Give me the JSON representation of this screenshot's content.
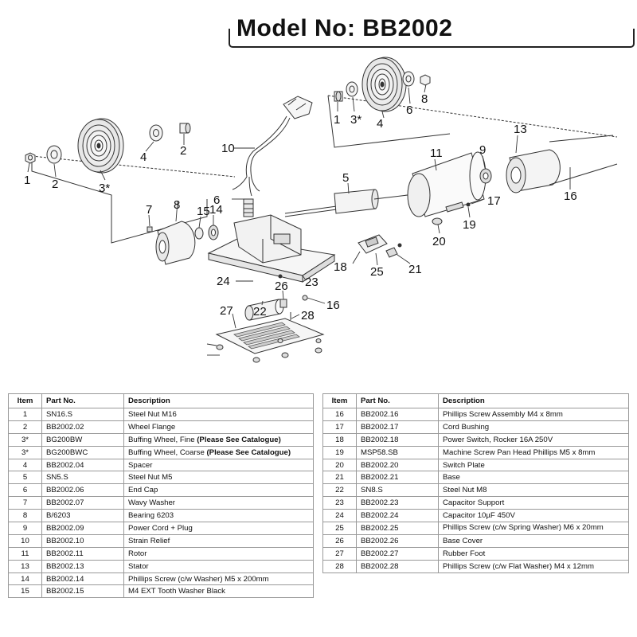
{
  "title": "Model No: BB2002",
  "diagram": {
    "callouts": [
      "1",
      "2",
      "3*",
      "4",
      "2",
      "3*",
      "4",
      "1",
      "6",
      "8",
      "13",
      "9",
      "11",
      "10",
      "5",
      "6",
      "7",
      "8",
      "15",
      "14",
      "17",
      "16",
      "20",
      "19",
      "18",
      "25",
      "21",
      "24",
      "23",
      "22",
      "26",
      "16",
      "27",
      "28"
    ]
  },
  "table": {
    "headers": {
      "item": "Item",
      "part_no": "Part No.",
      "description": "Description"
    },
    "left_rows": [
      {
        "item": "1",
        "part_no": "SN16.S",
        "description": "Steel Nut M16",
        "note": ""
      },
      {
        "item": "2",
        "part_no": "BB2002.02",
        "description": "Wheel Flange",
        "note": ""
      },
      {
        "item": "3*",
        "part_no": "BG200BW",
        "description": "Buffing Wheel, Fine ",
        "note": "(Please See Catalogue)"
      },
      {
        "item": "3*",
        "part_no": "BG200BWC",
        "description": "Buffing Wheel, Coarse ",
        "note": "(Please See Catalogue)"
      },
      {
        "item": "4",
        "part_no": "BB2002.04",
        "description": "Spacer",
        "note": ""
      },
      {
        "item": "5",
        "part_no": "SN5.S",
        "description": "Steel Nut M5",
        "note": ""
      },
      {
        "item": "6",
        "part_no": "BB2002.06",
        "description": "End Cap",
        "note": ""
      },
      {
        "item": "7",
        "part_no": "BB2002.07",
        "description": "Wavy Washer",
        "note": ""
      },
      {
        "item": "8",
        "part_no": "B/6203",
        "description": "Bearing 6203",
        "note": ""
      },
      {
        "item": "9",
        "part_no": "BB2002.09",
        "description": "Power Cord + Plug",
        "note": ""
      },
      {
        "item": "10",
        "part_no": "BB2002.10",
        "description": "Strain Relief",
        "note": ""
      },
      {
        "item": "11",
        "part_no": "BB2002.11",
        "description": "Rotor",
        "note": ""
      },
      {
        "item": "13",
        "part_no": "BB2002.13",
        "description": "Stator",
        "note": ""
      },
      {
        "item": "14",
        "part_no": "BB2002.14",
        "description": "Phillips Screw (c/w Washer) M5 x 200mm",
        "note": ""
      },
      {
        "item": "15",
        "part_no": "BB2002.15",
        "description": "M4 EXT Tooth Washer Black",
        "note": ""
      }
    ],
    "right_rows": [
      {
        "item": "16",
        "part_no": "BB2002.16",
        "description": "Phillips Screw Assembly M4 x 8mm"
      },
      {
        "item": "17",
        "part_no": "BB2002.17",
        "description": "Cord Bushing"
      },
      {
        "item": "18",
        "part_no": "BB2002.18",
        "description": "Power Switch, Rocker 16A 250V"
      },
      {
        "item": "19",
        "part_no": "MSP58.SB",
        "description": "Machine Screw Pan Head Phillips M5 x 8mm"
      },
      {
        "item": "20",
        "part_no": "BB2002.20",
        "description": "Switch Plate"
      },
      {
        "item": "21",
        "part_no": "BB2002.21",
        "description": "Base"
      },
      {
        "item": "22",
        "part_no": "SN8.S",
        "description": "Steel Nut M8"
      },
      {
        "item": "23",
        "part_no": "BB2002.23",
        "description": "Capacitor Support"
      },
      {
        "item": "24",
        "part_no": "BB2002.24",
        "description": "Capacitor 10µF 450V"
      },
      {
        "item": "25",
        "part_no": "BB2002.25",
        "description": "Phillips Screw (c/w Spring Washer) M6 x 20mm"
      },
      {
        "item": "26",
        "part_no": "BB2002.26",
        "description": "Base Cover"
      },
      {
        "item": "27",
        "part_no": "BB2002.27",
        "description": "Rubber Foot"
      },
      {
        "item": "28",
        "part_no": "BB2002.28",
        "description": "Phillips Screw (c/w Flat Washer) M4 x 12mm"
      }
    ]
  }
}
